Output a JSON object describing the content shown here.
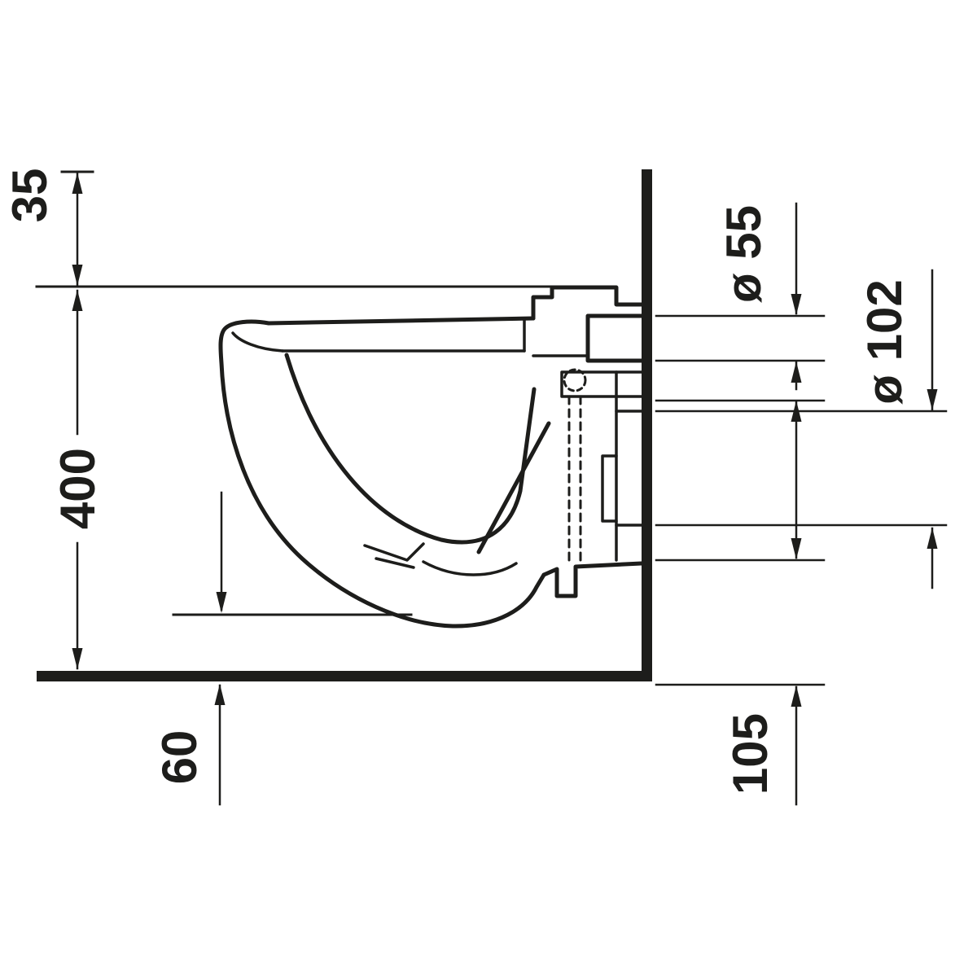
{
  "drawing": {
    "background_color": "#ffffff",
    "line_color": "#1d1d1b",
    "labels": {
      "d35": "35",
      "d400": "400",
      "d60": "60",
      "d105": "105",
      "d55": "ø 55",
      "d102": "ø 102"
    }
  }
}
